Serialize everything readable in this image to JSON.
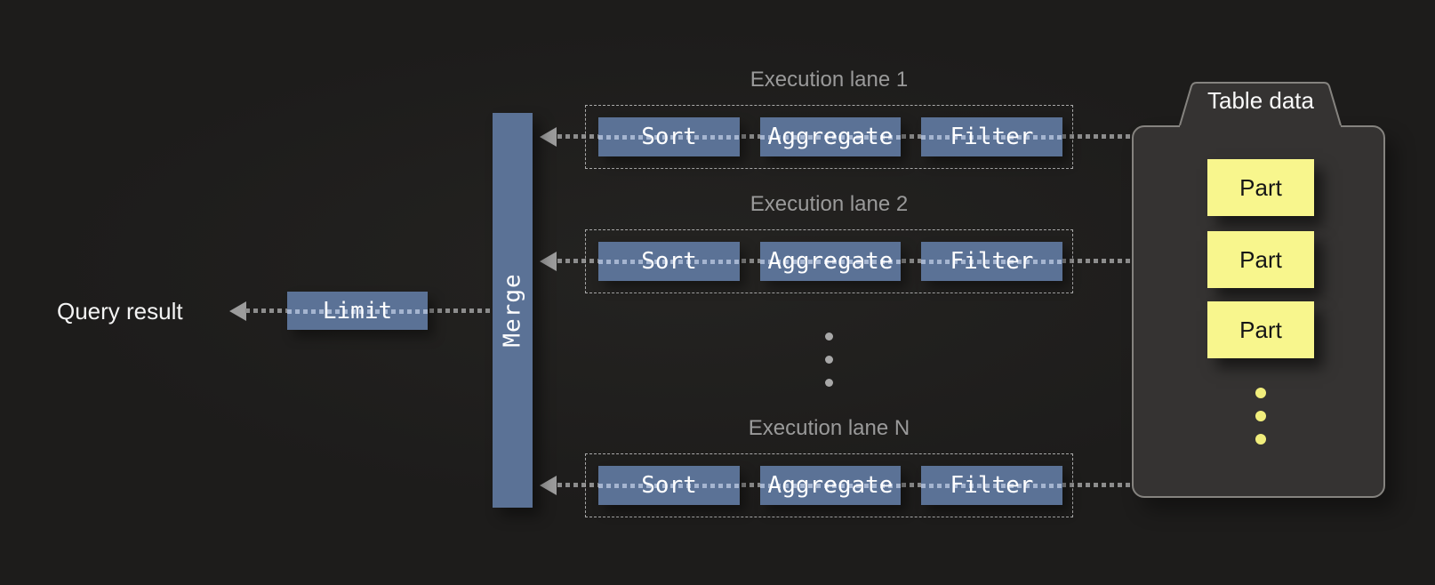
{
  "colors": {
    "background": "#1d1c1b",
    "operator_blue": "#5b7296",
    "dotted_line_gray": "#8d8d8d",
    "dotted_line_light": "#bac8e1",
    "dashed_border": "#a9a9a9",
    "lane_title_gray": "#9a9a9a",
    "table_fill": "#353332",
    "table_border": "#85837f",
    "part_yellow": "#f8f68d",
    "yellow_dot": "#f1ee7c",
    "gray_dot": "#a8a8a8",
    "text_white": "#f4f4f4"
  },
  "diagram": {
    "query_result_label": "Query result",
    "limit_label": "Limit",
    "merge_label": "Merge",
    "lanes": [
      {
        "title": "Execution lane 1",
        "operators": [
          "Sort",
          "Aggregate",
          "Filter"
        ]
      },
      {
        "title": "Execution lane 2",
        "operators": [
          "Sort",
          "Aggregate",
          "Filter"
        ]
      },
      {
        "title": "Execution lane N",
        "operators": [
          "Sort",
          "Aggregate",
          "Filter"
        ]
      }
    ],
    "table_data": {
      "title": "Table data",
      "parts": [
        "Part",
        "Part",
        "Part"
      ]
    }
  }
}
